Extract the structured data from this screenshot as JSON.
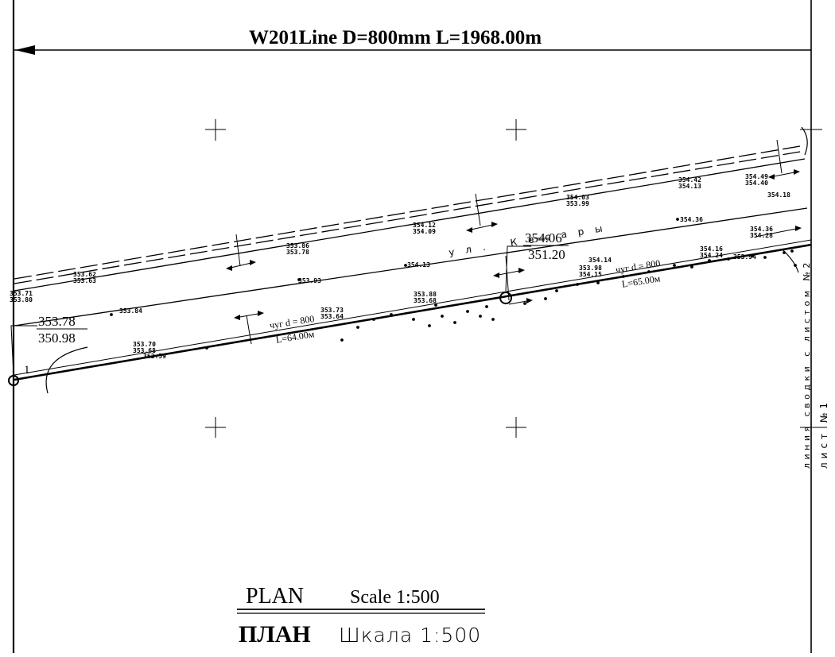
{
  "header": {
    "title": "W201Line D=800mm L=1968.00m"
  },
  "street": {
    "name": "ул. Кесары"
  },
  "nodes": [
    {
      "id": "start-node",
      "top_elev": "353.78",
      "bottom_elev": "350.98",
      "number": "1"
    },
    {
      "id": "mid-node",
      "top_elev": "354.06",
      "bottom_elev": "351.20"
    }
  ],
  "pipe_labels": [
    {
      "id": "pipe-1",
      "angle_label": "чуг d = 800",
      "length_label": "L=64.00м"
    },
    {
      "id": "pipe-2",
      "angle_label": "чуг d = 800",
      "length_label": "L=65.00м"
    }
  ],
  "elevations": {
    "upper": [
      "353.71",
      "353.80",
      "353.62",
      "353.63",
      "353.86",
      "353.78",
      "354.12",
      "354.09",
      "354.03",
      "353.99",
      "354.42",
      "354.13",
      "354.49",
      "354.40"
    ],
    "middle": [
      "353.84",
      "353.93",
      "354.13",
      "354.36",
      "354.18",
      "354.36",
      "354.28",
      "354.14"
    ],
    "lower": [
      "353.70",
      "353.68",
      "353.59",
      "353.73",
      "353.64",
      "353.88",
      "353.68",
      "353.98",
      "354.15",
      "354.16",
      "354.24",
      "353.94"
    ]
  },
  "side_strip": {
    "line1": "лист №1",
    "line2": "линия сводки с листом №2"
  },
  "footer": {
    "plan_en": "PLAN",
    "scale_en": "Scale 1:500",
    "plan_ru": "ПЛАН",
    "scale_ru": "Шкала 1:500"
  }
}
